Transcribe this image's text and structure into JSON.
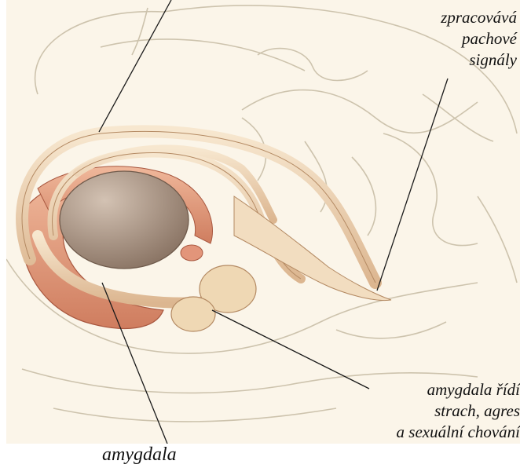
{
  "labels": {
    "olfactory": [
      "zpracovává",
      "pachové",
      "signály"
    ],
    "amygdala_function": [
      "amygdala řídí",
      "strach, agres",
      "a sexuální chování"
    ],
    "caption": "amygdala"
  },
  "colors": {
    "background": "#fbf5e9",
    "outline": "#cdc3ad",
    "fornix": "#f2ddc0",
    "cingulate": "#e5a487",
    "thalamus": "#b09a88",
    "amygdala": "#efd8b4",
    "leader_line": "#1a1a1a"
  }
}
